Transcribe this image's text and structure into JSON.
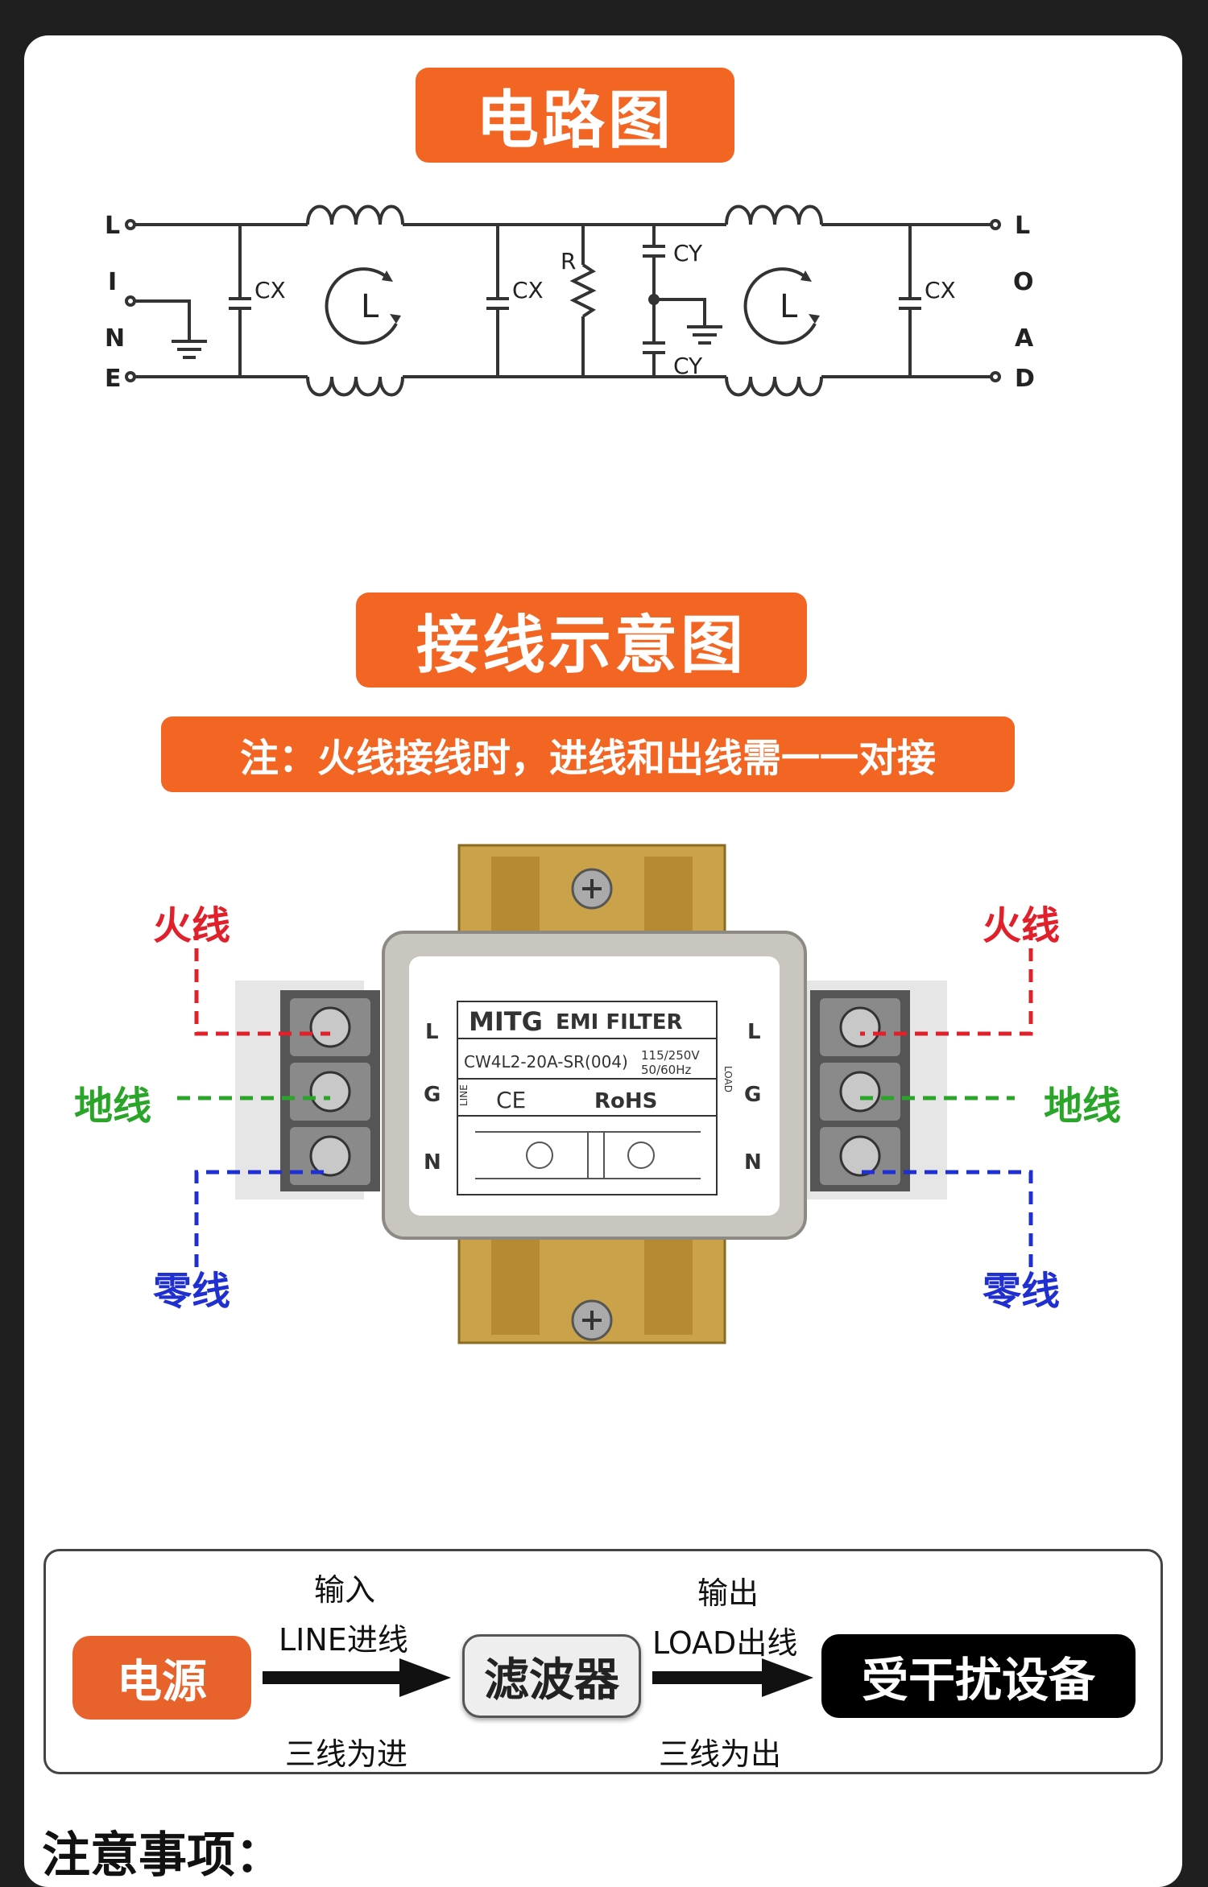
{
  "titles": {
    "circuit": "电路图",
    "wiring": "接线示意图",
    "note": "注：火线接线时，进线和出线需一一对接"
  },
  "circuit": {
    "left_letters": [
      "L",
      "I",
      "N",
      "E"
    ],
    "right_letters": [
      "L",
      "O",
      "A",
      "D"
    ],
    "cx": "CX",
    "cy": "CY",
    "r": "R",
    "l": "L"
  },
  "device": {
    "brand": "MITG",
    "type": "EMI  FILTER",
    "model": "CW4L2-20A-SR(004)",
    "voltage": "115/250V",
    "freq": "50/60Hz",
    "ce": "CE",
    "rohs": "RoHS",
    "line_tag": "LINE",
    "load_tag": "LOAD",
    "terminals": [
      "L",
      "G",
      "N"
    ]
  },
  "wires": {
    "live": "火线",
    "ground": "地线",
    "neutral": "零线"
  },
  "colors": {
    "accent": "#f26522",
    "live": "#e0202a",
    "ground": "#2aa52a",
    "neutral": "#2030d0"
  },
  "flow": {
    "power": "电源",
    "filter": "滤波器",
    "device": "受干扰设备",
    "in_top": "输入",
    "in_mid": "LINE进线",
    "in_bottom": "三线为进",
    "out_top": "输出",
    "out_mid": "LOAD出线",
    "out_bottom": "三线为出"
  },
  "notes_heading": "注意事项："
}
